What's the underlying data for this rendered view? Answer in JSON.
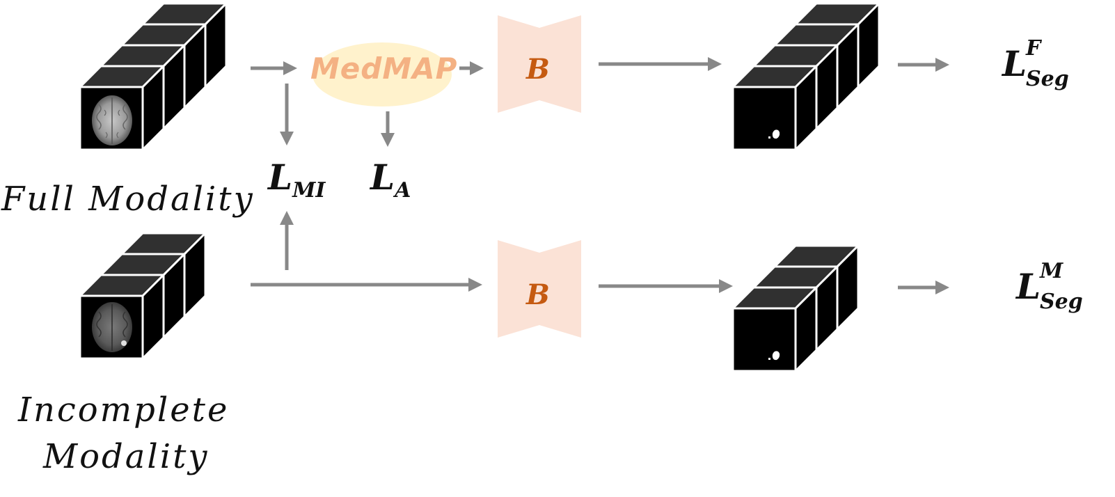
{
  "colors": {
    "arrow": "#888888",
    "cube_face": "#000000",
    "cube_top": "#303030",
    "cube_edge": "#ffffff",
    "block_fill": "#fbe2d6",
    "block_text": "#c55a11",
    "medmap_ellipse": "#fff2cc",
    "medmap_text": "#f4b183"
  },
  "labels": {
    "full_modality": "Full Modality",
    "incomplete_modality_line1": "Incomplete",
    "incomplete_modality_line2": "Modality",
    "medmap": "MedMAP",
    "backbone_top": "B",
    "backbone_bottom": "B"
  },
  "losses": {
    "mi": {
      "base": "L",
      "sub": "MI"
    },
    "a": {
      "base": "L",
      "sub": "A"
    },
    "seg_full": {
      "base": "L",
      "sub": "Seg",
      "sup": "F"
    },
    "seg_missing": {
      "base": "L",
      "sub": "Seg",
      "sup": "M"
    }
  },
  "icons": {
    "input_full": "brain-mri-stack-icon",
    "input_incomplete": "brain-mri-stack-icon",
    "output_full": "segmentation-mask-stack-icon",
    "output_incomplete": "segmentation-mask-stack-icon"
  }
}
